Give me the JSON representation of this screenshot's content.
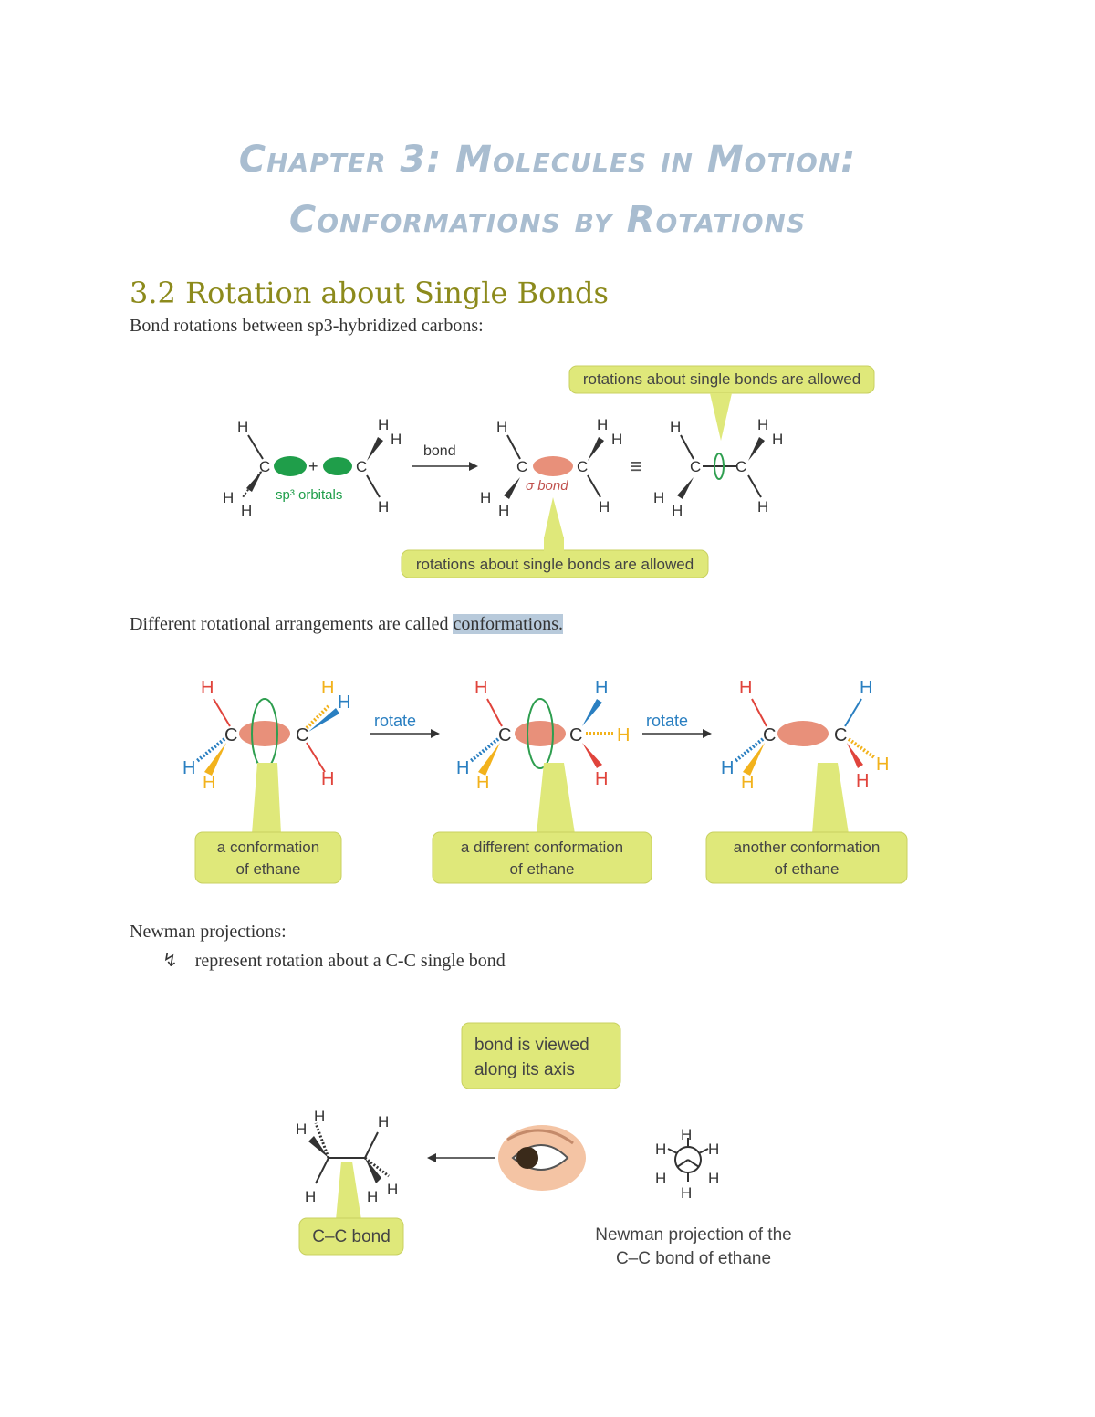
{
  "title": {
    "line1": "Chapter 3: Molecules in Motion:",
    "line2": "Conformations by Rotations"
  },
  "section": {
    "heading": "3.2 Rotation about Single Bonds",
    "intro": "Bond rotations between sp3-hybridized carbons:",
    "conformations_prefix": "Different rotational arrangements are called ",
    "conformations_term": "conformations.",
    "newman_label": "Newman projections:",
    "bullet_symbol": "↯",
    "bullet_text": "represent rotation about a C-C single bond"
  },
  "figure1": {
    "callout_top": "rotations about single bonds are allowed",
    "callout_bottom": "rotations about single bonds are allowed",
    "arrow_label": "bond",
    "orbital_label": "sp³ orbitals",
    "sigma_label": "σ bond",
    "plus": "+",
    "equiv": "≡",
    "atom_c": "C",
    "atom_h": "H"
  },
  "figure2": {
    "arrow_label_1": "rotate",
    "arrow_label_2": "rotate",
    "callout_1_line1": "a conformation",
    "callout_1_line2": "of ethane",
    "callout_2_line1": "a different conformation",
    "callout_2_line2": "of ethane",
    "callout_3_line1": "another conformation",
    "callout_3_line2": "of ethane",
    "colors": {
      "red": "#e0443c",
      "yellow": "#f2b21c",
      "blue": "#2a7fc1",
      "orbital": "#e8907a",
      "rotation": "#2e9e4f"
    }
  },
  "figure3": {
    "callout_line1": "bond is viewed",
    "callout_line2": "along its axis",
    "bond_label": "C–C bond",
    "caption_line1": "Newman projection of the",
    "caption_line2": "C–C bond of ethane",
    "atom_h": "H"
  },
  "colors": {
    "callout_fill": "#dfe87a",
    "green_orbital": "#1f9e4a",
    "heading": "#8c8a1c",
    "title": "#a9bdd0"
  }
}
